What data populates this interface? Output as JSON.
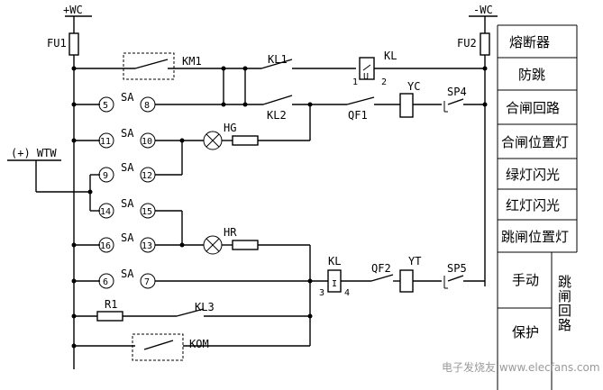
{
  "buses": {
    "left": "+WC",
    "right": "-WC"
  },
  "input": {
    "label": "(+) WTW"
  },
  "components": {
    "fu1": "FU1",
    "fu2": "FU2",
    "km1": "KM1",
    "kl1": "KL1",
    "kl": "KL",
    "kl_pin1": "1",
    "kl_pin2": "2",
    "kl_u": "U",
    "kl2": "KL2",
    "yc": "YC",
    "qf1": "QF1",
    "sp4": "SP4",
    "hg": "HG",
    "hr": "HR",
    "kl_b": "KL",
    "kl_b_pin3": "3",
    "kl_b_pin4": "4",
    "kl_b_i": "I",
    "qf2": "QF2",
    "yt": "YT",
    "sp5": "SP5",
    "r1": "R1",
    "kl3": "KL3",
    "kom": "KOM"
  },
  "switch": {
    "sa": "SA",
    "contacts": [
      "5",
      "8",
      "11",
      "10",
      "9",
      "12",
      "14",
      "15",
      "16",
      "13",
      "6",
      "7"
    ]
  },
  "legend": {
    "fuse": "熔断器",
    "anti_pump": "防跳",
    "close_circuit": "合闸回路",
    "close_position_lamp": "合闸位置灯",
    "green_flash": "绿灯闪光",
    "red_flash": "红灯闪光",
    "trip_position_lamp": "跳闸位置灯",
    "manual": "手动",
    "protection": "保护",
    "trip_circuit_chars": [
      "跳",
      "闸",
      "回",
      "路"
    ]
  },
  "watermark": "电子发烧友 www.elecfans.com"
}
